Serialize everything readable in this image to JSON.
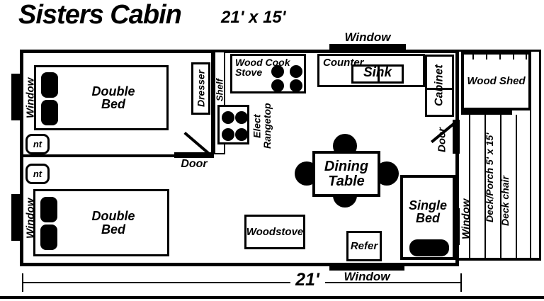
{
  "title": {
    "name": "Sisters Cabin",
    "size": "21' x 15'"
  },
  "labels": {
    "window": "Window",
    "door": "Door",
    "dresser": "Dresser",
    "shelf": "Shelf",
    "night_table": "nt",
    "double_bed": "Double\nBed",
    "single_bed": "Single\nBed",
    "wood_cook_stove": "Wood Cook\nStove",
    "elect_rangetop": "Elect\nRangetop",
    "counter": "Counter",
    "sink": "Sink",
    "cabinet": "Cabinet",
    "dining_table": "Dining\nTable",
    "woodstove": "Woodstove",
    "refer": "Refer",
    "wood_shed": "Wood Shed",
    "deck_porch": "Deck/Porch 5' x 15'",
    "deck_chair": "Deck chair"
  },
  "dimension": {
    "width": "21'"
  },
  "colors": {
    "ink": "#000000",
    "paper": "#ffffff"
  }
}
